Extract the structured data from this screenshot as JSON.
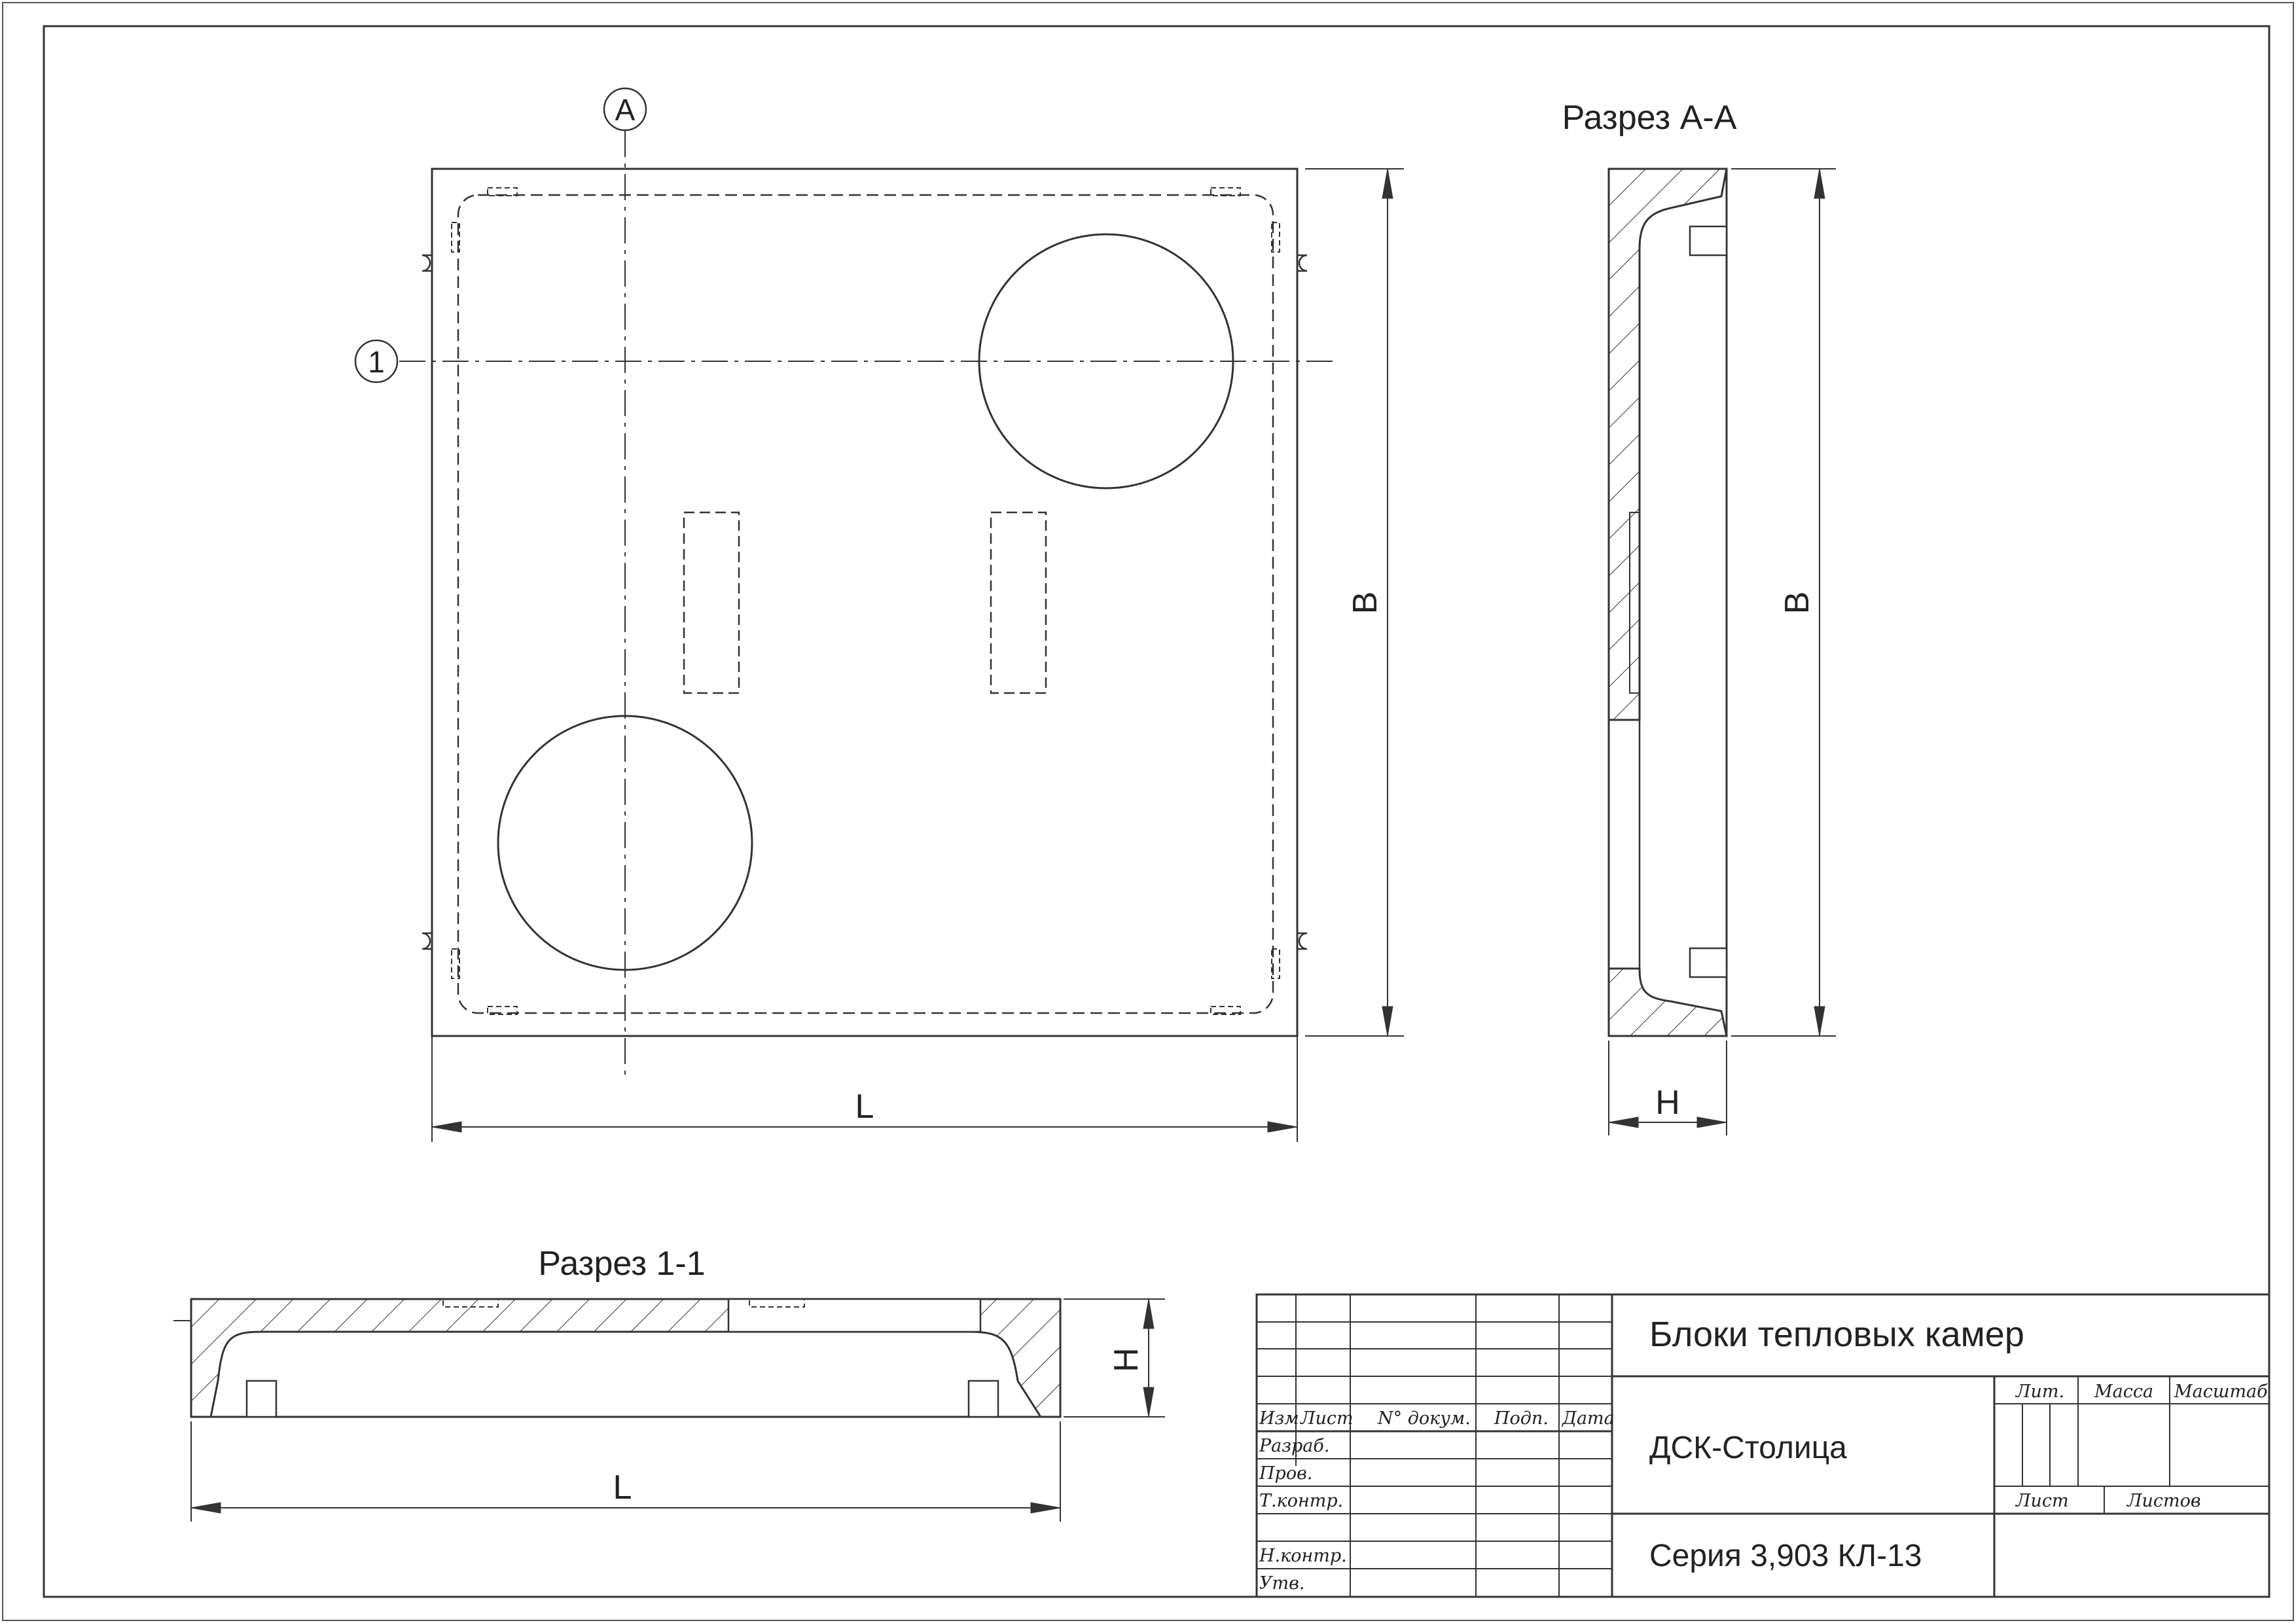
{
  "section_marker_a": "A",
  "section_marker_1": "1",
  "view_aa_title": "Разрез А-А",
  "view_11_title": "Разрез 1-1",
  "dim_L": "L",
  "dim_B": "B",
  "dim_H": "H",
  "title_block": {
    "title": "Блоки тепловых камер",
    "organization": "ДСК-Столица",
    "series": "Серия 3,903 КЛ-13",
    "col_headers": [
      "Изм",
      "Лист",
      "N° докум.",
      "Подп.",
      "Дата"
    ],
    "row_labels": [
      "Разраб.",
      "Пров.",
      "Т.контр.",
      "",
      "Н.контр.",
      "Утв."
    ],
    "lit_label": "Лит.",
    "mass_label": "Масса",
    "scale_label": "Масштаб",
    "sheet_label": "Лист",
    "sheets_label": "Листов"
  }
}
